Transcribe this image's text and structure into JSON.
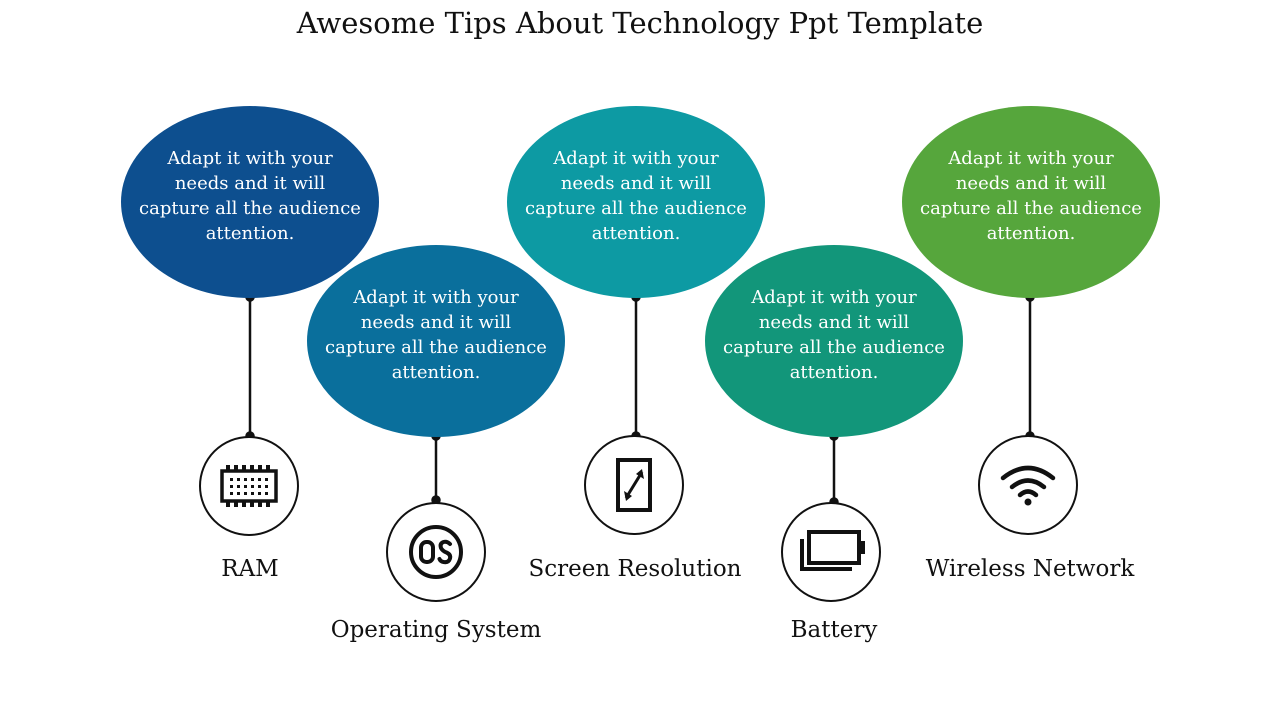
{
  "title": "Awesome Tips About Technology Ppt Template",
  "items": [
    {
      "label": "RAM",
      "text": "Adapt it with your needs and it will capture all the audience attention.",
      "color": "#0d4f8f",
      "icon": "ram-chip-icon"
    },
    {
      "label": "Operating System",
      "text": "Adapt it with your needs and it will capture all the audience attention.",
      "color": "#0a6f9c",
      "icon": "os-icon"
    },
    {
      "label": "Screen Resolution",
      "text": "Adapt it with your needs and it will capture all the audience attention.",
      "color": "#0d9aa3",
      "icon": "screen-resolution-icon"
    },
    {
      "label": "Battery",
      "text": "Adapt it with your needs and it will capture all the audience attention.",
      "color": "#12967a",
      "icon": "battery-icon"
    },
    {
      "label": "Wireless Network",
      "text": "Adapt it with your needs and it will capture all the audience attention.",
      "color": "#56a63c",
      "icon": "wifi-icon"
    }
  ]
}
